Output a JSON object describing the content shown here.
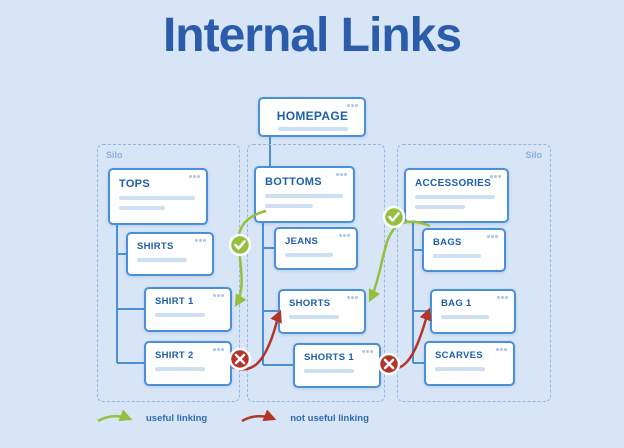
{
  "title": "Internal Links",
  "silo_label": "Silo",
  "nodes": {
    "homepage": "HOMEPAGE",
    "tops": "TOPS",
    "shirts": "SHIRTS",
    "shirt1": "SHIRT 1",
    "shirt2": "SHIRT 2",
    "bottoms": "BOTTOMS",
    "jeans": "JEANS",
    "shorts": "SHORTS",
    "shorts1": "SHORTS 1",
    "accessories": "ACCESSORIES",
    "bags": "BAGS",
    "bag1": "BAG 1",
    "scarves": "SCARVES"
  },
  "links": [
    {
      "from": "BOTTOMS",
      "to": "SHIRT 1",
      "type": "useful"
    },
    {
      "from": "ACCESSORIES",
      "to": "SHORTS",
      "type": "useful"
    },
    {
      "from": "SHIRT 2",
      "to": "SHORTS",
      "type": "not useful"
    },
    {
      "from": "SHORTS 1",
      "to": "BAG 1",
      "type": "not useful"
    }
  ],
  "legend": {
    "useful": "useful linking",
    "not_useful": "not useful linking"
  },
  "colors": {
    "background": "#d7e5f6",
    "title": "#2b5cab",
    "box_border": "#4a90d9",
    "box_label": "#1d5fae",
    "useful": "#94c13d",
    "not_useful": "#b5342a"
  }
}
